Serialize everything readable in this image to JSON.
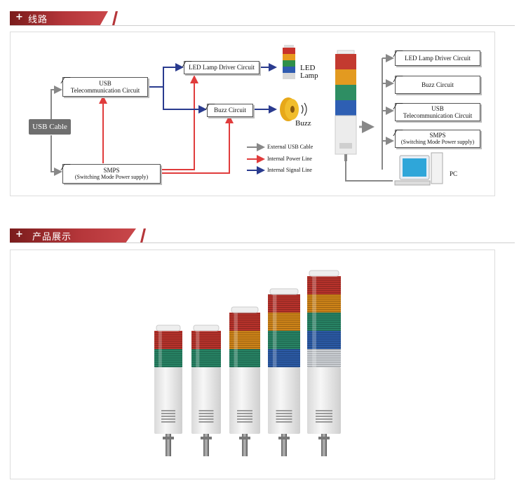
{
  "sections": [
    {
      "plus": "+",
      "title": "线路"
    },
    {
      "plus": "+",
      "title": "产品展示"
    }
  ],
  "diagram": {
    "usb_cable": "USB Cable",
    "usb_circuit": [
      "USB",
      "Telecommunication Circuit"
    ],
    "smps": [
      "SMPS",
      "(Switching Mode Power supply)"
    ],
    "led_driver": "LED Lamp Driver Circuit",
    "buzz_circuit": "Buzz Circuit",
    "led_lamp": [
      "LED",
      "Lamp"
    ],
    "buzz": "Buzz",
    "legend": [
      "External USB Cable",
      "Internal Power Line",
      "Internal Signal Line"
    ],
    "right_boxes": [
      "LED Lamp Driver Circuit",
      "Buzz Circuit",
      "USB",
      "Telecommunication Circuit",
      "SMPS",
      "(Switching Mode Power supply)"
    ],
    "pc": "PC"
  },
  "colors": {
    "accent": "#b5363a",
    "power": "#e03c3c",
    "signal": "#2a3b8f",
    "external": "#888888"
  }
}
